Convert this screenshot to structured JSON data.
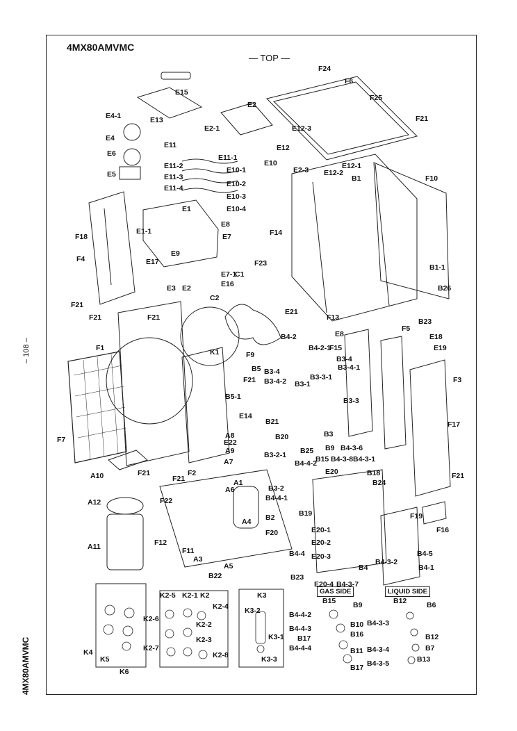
{
  "model_title": "4MX80AMVMC",
  "top_label": "TOP",
  "page_number": "– 108 –",
  "side_model": "4MX80AMVMC",
  "gas_side": "GAS SIDE",
  "liquid_side": "LIQUID SIDE",
  "labels": {
    "E15": "E15",
    "F24": "F24",
    "F6": "F6",
    "F25": "F25",
    "F21a": "F21",
    "E2": "E2",
    "E4_1": "E4-1",
    "E13": "E13",
    "E4": "E4",
    "E2_1": "E2-1",
    "E12_3": "E12-3",
    "E12": "E12",
    "E11": "E11",
    "E6": "E6",
    "E5": "E5",
    "E11_1": "E11-1",
    "E11_2": "E11-2",
    "E11_3": "E11-3",
    "E11_4": "E11-4",
    "E10_1": "E10-1",
    "E10": "E10",
    "E2_3": "E2-3",
    "E12_2": "E12-2",
    "E12_1": "E12-1",
    "B1": "B1",
    "F10": "F10",
    "E10_2": "E10-2",
    "E10_3": "E10-3",
    "E10_4": "E10-4",
    "E1": "E1",
    "F18": "F18",
    "E1_1": "E1-1",
    "E8a": "E8",
    "E7": "E7",
    "F14": "F14",
    "F4": "F4",
    "E17": "E17",
    "E9": "E9",
    "F23": "F23",
    "B1_1": "B1-1",
    "E7_1": "E7-1",
    "C1": "C1",
    "E16": "E16",
    "E3": "E3",
    "E2b": "E2",
    "B26": "B26",
    "F21b": "F21",
    "C2": "C2",
    "F21c": "F21",
    "E21": "E21",
    "F13": "F13",
    "B23a": "B23",
    "F21d": "F21",
    "F5": "F5",
    "E8b": "E8",
    "E18": "E18",
    "F15": "F15",
    "E19": "E19",
    "F1": "F1",
    "K1": "K1",
    "B4_2": "B4-2",
    "B4_2_1": "B4-2-1",
    "B3_4a": "B3-4",
    "B3_4_1": "B3-4-1",
    "F9": "F9",
    "B5": "B5",
    "B3_4b": "B3-4",
    "B3_4_2": "B3-4-2",
    "B3_3_1": "B3-3-1",
    "F3": "F3",
    "B3_1": "B3-1",
    "F21e": "F21",
    "B5_1": "B5-1",
    "B3_3": "B3-3",
    "F17": "F17",
    "B21": "B21",
    "E14": "E14",
    "B20": "B20",
    "E22": "E22",
    "F7": "F7",
    "A8": "A8",
    "B3": "B3",
    "A9": "A9",
    "B25": "B25",
    "B9a": "B9",
    "B4_3_6": "B4-3-6",
    "A7": "A7",
    "B3_2_1": "B3-2-1",
    "B15a": "B15",
    "B4_3_8": "B4-3-8",
    "B4_3_1": "B4-3-1",
    "F21f": "F21",
    "F21g": "F21",
    "F2": "F2",
    "B4_4_2": "B4-4-2",
    "E20a": "E20",
    "B18": "B18",
    "A1": "A1",
    "B3_2": "B3-2",
    "B24": "B24",
    "F21h": "F21",
    "A6": "A6",
    "B4_4_1": "B4-4-1",
    "A10": "A10",
    "F22": "F22",
    "B2": "B2",
    "B19": "B19",
    "F19": "F19",
    "E20_1": "E20-1",
    "A12": "A12",
    "A4": "A4",
    "F20": "F20",
    "E20_2": "E20-2",
    "F12": "F12",
    "F11": "F11",
    "E20_3": "E20-3",
    "A11": "A11",
    "A3": "A3",
    "B4_4": "B4-4",
    "B4_5": "B4-5",
    "F16": "F16",
    "A5": "A5",
    "B22": "B22",
    "B4": "B4",
    "B4_3_2": "B4-3-2",
    "B4_1": "B4-1",
    "B23b": "B23",
    "E20_4": "E20-4",
    "B4_3_7": "B4-3-7",
    "K3": "K3",
    "K2_5": "K2-5",
    "K2_1": "K2-1",
    "K2": "K2",
    "K2_4": "K2-4",
    "K3_2": "K3-2",
    "B15b": "B15",
    "B9b": "B9",
    "B12a": "B12",
    "B6": "B6",
    "K2_6": "K2-6",
    "K2_2": "K2-2",
    "B4_4_2b": "B4-4-2",
    "B10": "B10",
    "B4_3_3": "B4-3-3",
    "K3_1": "K3-1",
    "B4_4_3": "B4-4-3",
    "B16": "B16",
    "B12b": "B12",
    "K4": "K4",
    "K2_7": "K2-7",
    "K2_3": "K2-3",
    "K2_8": "K2-8",
    "B17a": "B17",
    "B11": "B11",
    "B4_3_4": "B4-3-4",
    "B7": "B7",
    "K5": "K5",
    "K3_3": "K3-3",
    "B4_4_4": "B4-4-4",
    "B17b": "B17",
    "B13": "B13",
    "B4_3_5": "B4-3-5",
    "K6": "K6"
  }
}
